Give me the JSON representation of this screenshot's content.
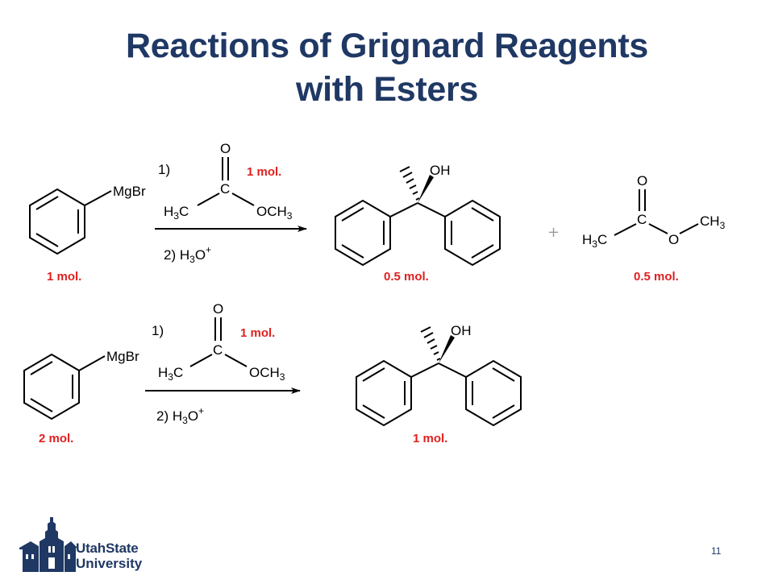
{
  "slide": {
    "title_line1": "Reactions of Grignard Reagents",
    "title_line2": "with Esters",
    "page_number": "11"
  },
  "logo": {
    "line1": "UtahState",
    "line2": "University"
  },
  "reaction1": {
    "reagent_label": "MgBr",
    "reagent_amount": "1 mol.",
    "step1": "1)",
    "step2_prefix": "2) H",
    "step2_sub": "3",
    "step2_suffix": "O",
    "step2_sup": "+",
    "ester_amount": "1 mol.",
    "ester_atoms": {
      "O": "O",
      "C": "C",
      "H3C": "H",
      "sub3": "3",
      "C2": "C",
      "OCH3": "OCH"
    },
    "product_label": "OH",
    "product_amount": "0.5 mol.",
    "plus": "+",
    "leftover_atoms": {
      "O": "O",
      "C": "C",
      "O2": "O",
      "CH3": "CH",
      "H3C": "H"
    },
    "leftover_amount": "0.5 mol."
  },
  "reaction2": {
    "reagent_label": "MgBr",
    "reagent_amount": "2 mol.",
    "step1": "1)",
    "step2_prefix": "2) H",
    "step2_sub": "3",
    "step2_suffix": "O",
    "step2_sup": "+",
    "ester_amount": "1 mol.",
    "product_label": "OH",
    "product_amount": "1 mol."
  },
  "colors": {
    "title": "#1f3864",
    "amount": "#e02020",
    "line": "#000000"
  }
}
